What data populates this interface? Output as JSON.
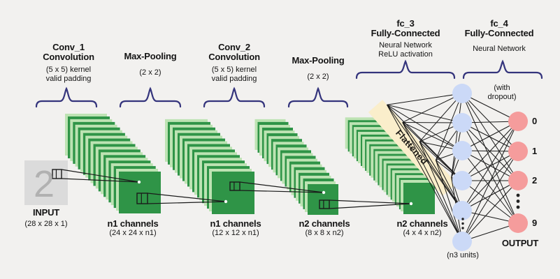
{
  "title": "Convolutional Neural Network architecture diagram",
  "colors": {
    "background": "#f2f1ef",
    "feature_map_green": "#2f9447",
    "feature_map_light_green": "#bde3b3",
    "input_gray": "#dbdbdb",
    "input_digit_gray": "#b1b1b1",
    "brace_navy": "#34347c",
    "hidden_node_blue": "#cbd9f7",
    "output_node_red": "#f59c9c",
    "flatten_ribbon_beige": "#faeecb",
    "line_black": "#1a1a1a",
    "text_black": "#141414"
  },
  "sections": {
    "conv1": {
      "t1": "Conv_1",
      "t2": "Convolution",
      "s1": "(5 x 5) kernel",
      "s2": "valid padding"
    },
    "pool1": {
      "t1": "Max-Pooling",
      "s1": "(2 x 2)"
    },
    "conv2": {
      "t1": "Conv_2",
      "t2": "Convolution",
      "s1": "(5 x 5) kernel",
      "s2": "valid padding"
    },
    "pool2": {
      "t1": "Max-Pooling",
      "s1": "(2 x 2)"
    },
    "fc3": {
      "t1": "fc_3",
      "t2": "Fully-Connected",
      "s1": "Neural Network",
      "s2": "ReLU activation"
    },
    "fc4": {
      "t1": "fc_4",
      "t2": "Fully-Connected",
      "s1": "Neural Network"
    }
  },
  "input": {
    "label": "INPUT",
    "dims": "(28 x 28 x 1)",
    "digit": "2"
  },
  "stacks": [
    {
      "label": "n1 channels",
      "dims": "(24 x 24 x n1)",
      "layer_count": 11
    },
    {
      "label": "n1 channels",
      "dims": "(12 x 12 x n1)",
      "layer_count": 10
    },
    {
      "label": "n2 channels",
      "dims": "(8 x 8 x n2)",
      "layer_count": 12
    },
    {
      "label": "n2 channels",
      "dims": "(4 x 4 x n2)",
      "layer_count": 14
    }
  ],
  "flattened": {
    "label": "Flattened"
  },
  "fc3_layer": {
    "visible_nodes": 6,
    "units": "(n3 units)"
  },
  "output": {
    "label": "OUTPUT",
    "digits": [
      "0",
      "1",
      "2",
      "9"
    ],
    "dropout1": "(with",
    "dropout2": "dropout)",
    "visible_nodes": 4
  }
}
